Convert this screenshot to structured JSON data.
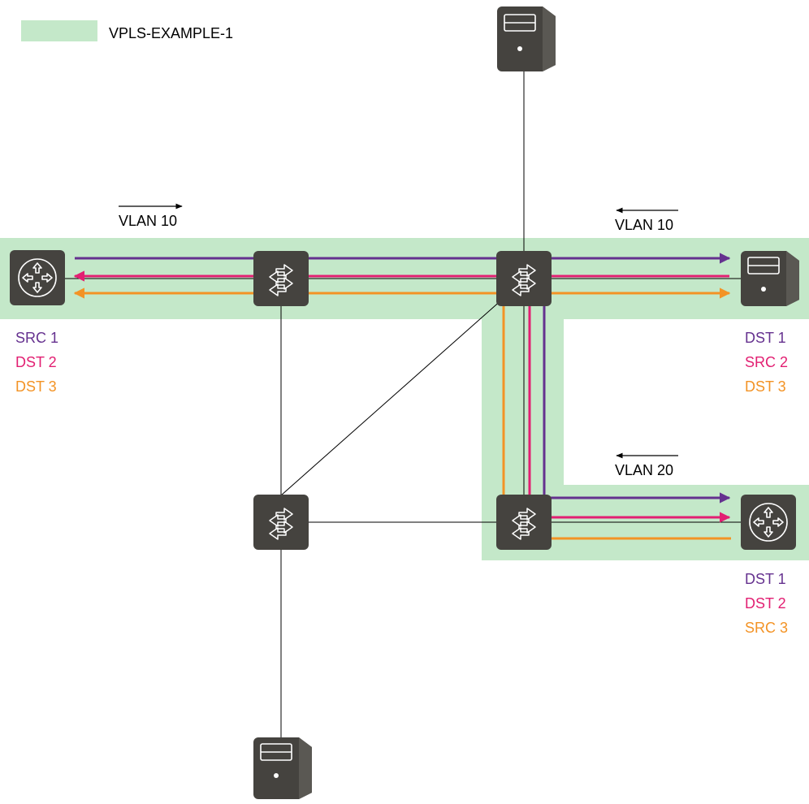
{
  "legend": {
    "label": "VPLS-EXAMPLE-1",
    "color": "#c4e8c9"
  },
  "vlans": {
    "left_top": "VLAN 10",
    "right_top": "VLAN 10",
    "right_bottom": "VLAN 20"
  },
  "colors": {
    "flow1": "#65318f",
    "flow2": "#e21f72",
    "flow3": "#f39325",
    "device": "#45433f",
    "link": "#000000"
  },
  "groups": {
    "left_router": [
      {
        "text": "SRC 1",
        "flow": "flow1"
      },
      {
        "text": "DST 2",
        "flow": "flow2"
      },
      {
        "text": "DST 3",
        "flow": "flow3"
      }
    ],
    "right_server": [
      {
        "text": "DST 1",
        "flow": "flow1"
      },
      {
        "text": "SRC 2",
        "flow": "flow2"
      },
      {
        "text": "DST 3",
        "flow": "flow3"
      }
    ],
    "right_router": [
      {
        "text": "DST 1",
        "flow": "flow1"
      },
      {
        "text": "DST 2",
        "flow": "flow2"
      },
      {
        "text": "SRC 3",
        "flow": "flow3"
      }
    ]
  },
  "icons": {
    "router": "router-icon",
    "switch": "switch-icon",
    "server": "server-icon"
  }
}
